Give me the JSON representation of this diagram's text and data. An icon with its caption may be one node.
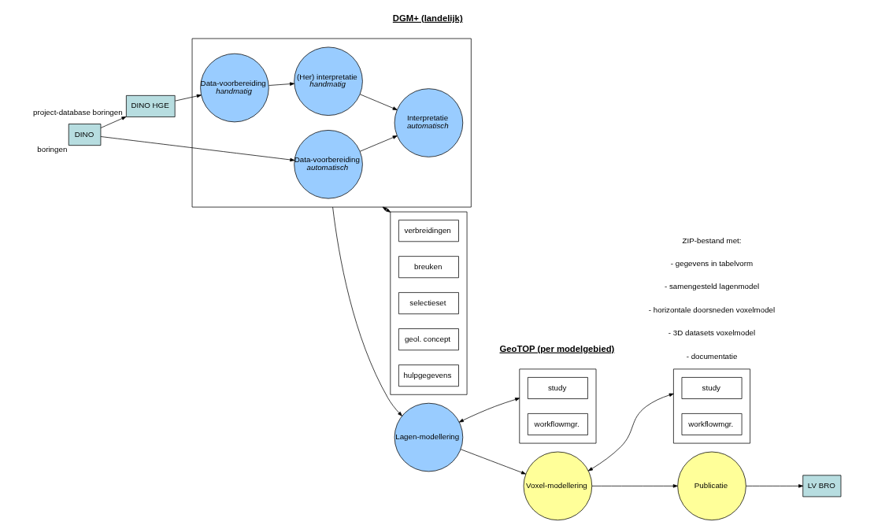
{
  "diagram": {
    "nodes": [
      {
        "text": [
          "DINO"
        ],
        "beside": [
          "boringen"
        ]
      },
      {
        "text": [
          "DINO HGE"
        ],
        "beside": [
          "project-database boringen"
        ]
      },
      {
        "text": [],
        "shape": "box"
      },
      {
        "text": [
          "Data-voorbereiding",
          "automatisch"
        ],
        "in": 2
      },
      {
        "text": [
          "Interpretatie",
          "automatisch"
        ],
        "in": 2
      },
      {
        "text": [
          "Data-voorbereiding",
          "handmatig"
        ],
        "in": 2
      },
      {
        "text": [
          "(Her) interpretatie",
          "handmatig"
        ],
        "in": 2
      },
      {
        "text": [],
        "shape": "box"
      },
      {
        "text": [
          "verbreidingen"
        ],
        "in": 7
      },
      {
        "text": [
          "breuken"
        ],
        "in": 7
      },
      {
        "text": [
          "selectieset"
        ],
        "in": 7
      },
      {
        "text": [
          "geol. concept"
        ],
        "in": 7
      },
      {
        "text": [
          "hulpgegevens"
        ],
        "in": 7
      },
      {
        "text": [
          "Lagen-modellering"
        ]
      },
      {
        "text": [],
        "shape": "box"
      },
      {
        "text": [
          "study"
        ],
        "in": 14
      },
      {
        "text": [
          "workflowmgr."
        ],
        "in": 14
      },
      {
        "text": [
          "Voxel-modellering"
        ]
      },
      {
        "text": [],
        "shape": "box"
      },
      {
        "text": [
          "study"
        ],
        "in": 18
      },
      {
        "text": [
          "workflowmgr."
        ],
        "in": 18
      },
      {
        "text": [
          "Publicatie"
        ]
      },
      {
        "text": [
          "LV BRO"
        ]
      }
    ],
    "edges": [
      {
        "from": 0,
        "to": 3,
        "arrow": "to"
      },
      {
        "from": 0,
        "to": 1,
        "arrow": "to"
      },
      {
        "from": 1,
        "to": 5,
        "arrow": "to"
      },
      {
        "from": 3,
        "to": 4,
        "arrow": "to"
      },
      {
        "from": 5,
        "to": 6,
        "arrow": "to"
      },
      {
        "from": 6,
        "to": 4,
        "arrow": "to"
      },
      {
        "from": 2,
        "to": 7,
        "arrow": "both"
      },
      {
        "from": 2,
        "to": 13,
        "arrow": "to"
      },
      {
        "from": 13,
        "to": 14,
        "arrow": "both"
      },
      {
        "from": 13,
        "to": 17,
        "arrow": "to"
      },
      {
        "from": 17,
        "to": 18,
        "arrow": "both"
      },
      {
        "from": 17,
        "to": 21,
        "arrow": "to"
      },
      {
        "from": 21,
        "to": 22,
        "arrow": "to"
      }
    ],
    "labels": [
      "DGM+ (landelijk)",
      "GeoTOP (per modelgebied)",
      "ZIP-bestand met:",
      "- gegevens in tabelvorm",
      "- samengesteld lagenmodel",
      "- horizontale doorsneden voxelmodel",
      "- 3D datasets voxelmodel",
      "- documentatie"
    ]
  }
}
